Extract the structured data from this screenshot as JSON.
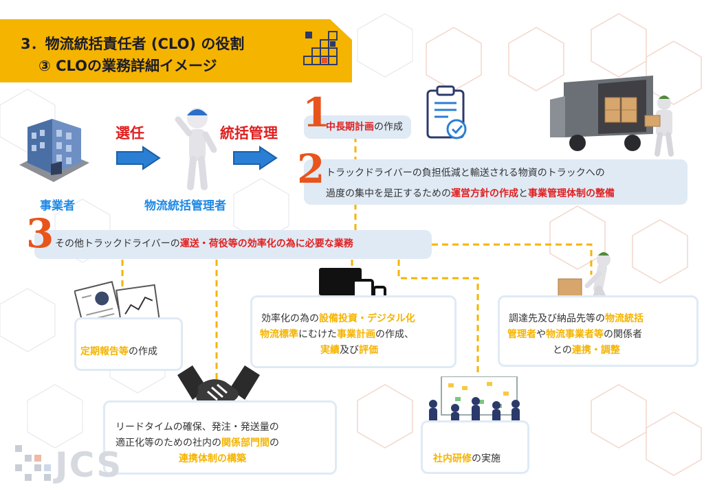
{
  "title": {
    "line1": "3．物流統括責任者 (CLO) の役割",
    "line2": "③ CLOの業務詳細イメージ"
  },
  "flow": {
    "company_label": "事業者",
    "arrow1_label": "選任",
    "manager_label": "物流統括管理者",
    "arrow2_label": "統括管理"
  },
  "item1": {
    "number": "1",
    "text_red": "中長期計画",
    "text_rest": "の作成"
  },
  "item2": {
    "number": "2",
    "line1": "トラックドライバーの負担低減と輸送される物資のトラックへの",
    "line2_pre": "過度の集中を是正するための",
    "line2_red1": "運営方針の作成",
    "line2_mid": "と",
    "line2_red2": "事業管理体制の整備"
  },
  "item3": {
    "number": "3",
    "text_pre": "その他トラックドライバーの",
    "text_red": "運送・荷役等の効率化の為に必要な業務"
  },
  "sub_report": {
    "text_yel": "定期報告等",
    "text_rest": "の作成"
  },
  "sub_invest": {
    "l1_pre": "効率化の為の",
    "l1_yel": "設備投資・デジタル化",
    "l2_yel1": "物流標準",
    "l2_mid": "にむけた",
    "l2_yel2": "事業計画",
    "l2_rest": "の作成、",
    "l3_yel1": "実績",
    "l3_mid": "及び",
    "l3_yel2": "評価"
  },
  "sub_partner": {
    "l1_pre": "調達先及び納品先等の",
    "l1_yel": "物流統括",
    "l2_yel1": "管理者",
    "l2_mid": "や",
    "l2_yel2": "物流事業者等",
    "l2_rest": "の関係者",
    "l3_pre": "との",
    "l3_yel": "連携・調整"
  },
  "sub_leadtime": {
    "l1": "リードタイムの確保、発注・発送量の",
    "l2_pre": "適正化等のための社内の",
    "l2_yel": "関係部門間",
    "l2_rest": "の",
    "l3_yel": "連携体制の構築"
  },
  "sub_training": {
    "text_yel": "社内研修",
    "text_rest": "の実施"
  },
  "logo": {
    "text": "JCS"
  },
  "colors": {
    "banner": "#f5b400",
    "accent_red": "#e02020",
    "accent_yellow": "#f5b400",
    "accent_blue": "#1e88e5",
    "box_fill": "#dfeaf5",
    "dash": "#f5b400",
    "number": "#e8541c"
  },
  "icons": [
    "building-icon",
    "person-icon",
    "right-arrow-icon",
    "clipboard-check-icon",
    "truck-icon",
    "document-chart-icon",
    "computer-devices-icon",
    "handshake-icon",
    "worker-cart-icon",
    "team-meeting-icon"
  ]
}
